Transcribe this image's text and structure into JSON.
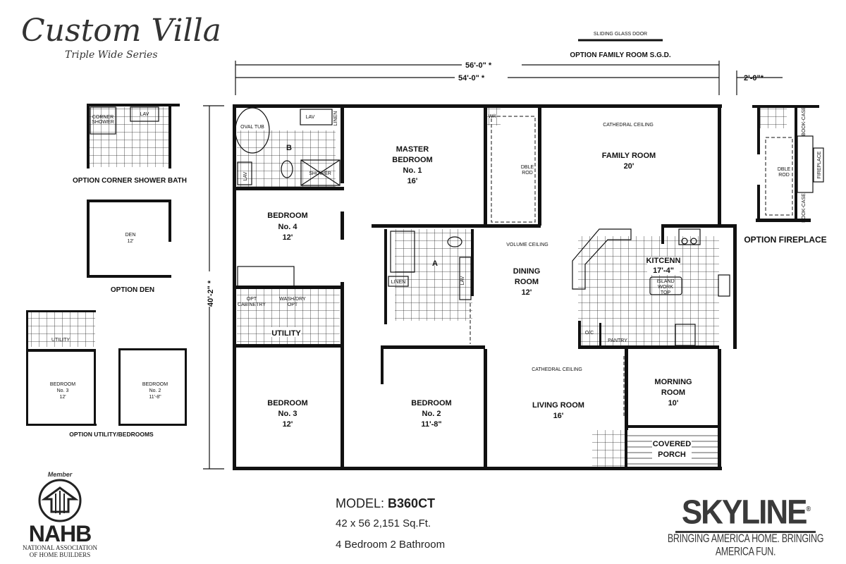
{
  "brand": {
    "title": "Custom Villa",
    "subtitle": "Triple Wide Series"
  },
  "dimensions": {
    "overall_width": "56'-0\" *",
    "inner_width": "54'-0\" *",
    "extension": "2'-0\"*",
    "depth": "40'-2\" *"
  },
  "top_labels": {
    "sliding_glass_door": "SLIDING GLASS DOOR",
    "option_family_room_sgd": "OPTION FAMILY ROOM S.G.D."
  },
  "rooms": {
    "oval_tub": "OVAL TUB",
    "lav": "LAV",
    "linen": "LINEN",
    "bath_b": "B",
    "shower": "SHOWER",
    "master_bedroom": [
      "MASTER",
      "BEDROOM",
      "No. 1",
      "16'"
    ],
    "wi": "W/I",
    "dble_rod": [
      "DBLE",
      "ROD"
    ],
    "family_room": [
      "FAMILY ROOM",
      "20'"
    ],
    "cathedral_ceiling": "CATHEDRAL CEILING",
    "bedroom4": [
      "BEDROOM",
      "No. 4",
      "12'"
    ],
    "bath_a": "A",
    "linen_a": "LINEN",
    "volume_ceiling": "VOLUME CEILING",
    "dining_room": [
      "DINING",
      "ROOM",
      "12'"
    ],
    "kitchen": [
      "KITCENN",
      "17'-4\""
    ],
    "island": [
      "ISLAND",
      "WORK",
      "TOP"
    ],
    "pantry": "PANTRY",
    "oc": "O/C",
    "opt_cabinetry": [
      "OPT",
      "CABINETRY"
    ],
    "wash_dry": [
      "WASH/DRY",
      "OPT"
    ],
    "utility": "UTILITY",
    "bedroom3": [
      "BEDROOM",
      "No. 3",
      "12'"
    ],
    "bedroom2": [
      "BEDROOM",
      "No. 2",
      "11'-8\""
    ],
    "living_room": [
      "LIVING ROOM",
      "16'"
    ],
    "cathedral_ceiling2": "CATHEDRAL CEILING",
    "morning_room": [
      "MORNING",
      "ROOM",
      "10'"
    ],
    "covered_porch": [
      "COVERED",
      "PORCH"
    ]
  },
  "options": {
    "corner_shower_bath": "OPTION CORNER SHOWER BATH",
    "corner_shower": [
      "CORNER",
      "SHOWER"
    ],
    "den": "OPTION DEN",
    "den_room": [
      "DEN",
      "12'"
    ],
    "utility_bedrooms": "OPTION UTILITY/BEDROOMS",
    "opt_bedroom3": [
      "BEDROOM",
      "No. 3",
      "12'"
    ],
    "opt_bedroom2": [
      "BEDROOM",
      "No. 2",
      "11'-8\""
    ],
    "fireplace": "OPTION FIREPLACE",
    "fireplace_label": "FIREPLACE",
    "bookcase": "BOOK-CASE"
  },
  "model": {
    "label": "MODEL:",
    "code": "B360CT",
    "size": "42 x 56   2,151 Sq.Ft.",
    "rooms": "4 Bedroom 2 Bathroom"
  },
  "nahb": {
    "member": "Member",
    "acronym": "NAHB",
    "name_line1": "NATIONAL ASSOCIATION",
    "name_line2": "OF HOME BUILDERS"
  },
  "skyline": {
    "logo": "SKYLINE",
    "registered": "®",
    "tagline": "BRINGING AMERICA HOME. BRINGING AMERICA FUN."
  },
  "colors": {
    "ink": "#111111",
    "logo_gray": "#3a3a3a"
  }
}
